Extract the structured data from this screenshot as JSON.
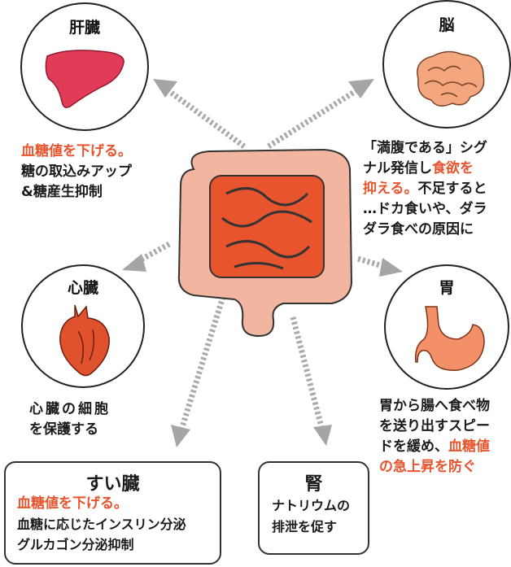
{
  "liver": {
    "title": "肝臓",
    "effect": "血糖値を下げる。",
    "line1": "糖の取込みアップ",
    "line2": "&糖産生抑制"
  },
  "brain": {
    "title": "脳",
    "line1": "「満腹である」シグ",
    "line2_a": "ナル発信し",
    "line2_b": "食欲を",
    "line3_a": "抑える。",
    "line3_b": "不足すると",
    "line4": "…ドカ食いや、ダラ",
    "line5": "ダラ食べの原因に"
  },
  "heart": {
    "title": "心臓",
    "line1": "心臓の細胞",
    "line2": "を保護する"
  },
  "stomach": {
    "title": "胃",
    "line1": "胃から腸へ食べ物",
    "line2": "を送り出すスピー",
    "line3_a": "ドを緩め、",
    "line3_b": "血糖値",
    "line4": "の急上昇を防ぐ"
  },
  "pancreas": {
    "title": "すい臓",
    "effect": "血糖値を下げる。",
    "line1": "血糖に応じたインスリン分泌",
    "line2": "グルカゴン分泌抑制"
  },
  "kidney": {
    "title": "腎",
    "line1": "ナトリウムの",
    "line2": "排泄を促す"
  },
  "colors": {
    "accent": "#e8542d",
    "arrow": "#a8a8a8",
    "organ_pink": "#f2b6a0",
    "liver": "#e23b57",
    "brain": "#f4a67e",
    "heart": "#e0522e",
    "stomach": "#f49068"
  }
}
